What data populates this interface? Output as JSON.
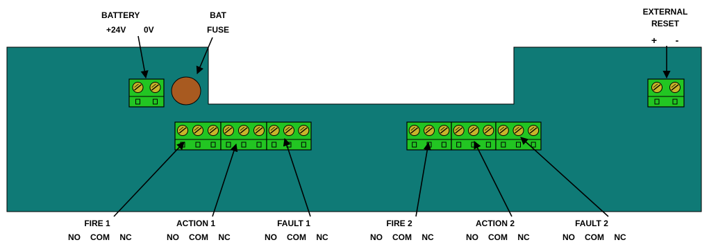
{
  "top_labels": {
    "battery_title": "BATTERY",
    "battery_pos": "+24V",
    "battery_neg": "0V",
    "fuse_line1": "BAT",
    "fuse_line2": "FUSE",
    "reset_line1": "EXTERNAL",
    "reset_line2": "RESET",
    "reset_plus": "+",
    "reset_minus": "-"
  },
  "relay_groups": [
    {
      "key": "fire1",
      "title": "FIRE 1",
      "contacts": [
        "NO",
        "COM",
        "NC"
      ]
    },
    {
      "key": "action1",
      "title": "ACTION 1",
      "contacts": [
        "NO",
        "COM",
        "NC"
      ]
    },
    {
      "key": "fault1",
      "title": "FAULT 1",
      "contacts": [
        "NO",
        "COM",
        "NC"
      ]
    },
    {
      "key": "fire2",
      "title": "FIRE 2",
      "contacts": [
        "NO",
        "COM",
        "NC"
      ]
    },
    {
      "key": "action2",
      "title": "ACTION 2",
      "contacts": [
        "NO",
        "COM",
        "NC"
      ]
    },
    {
      "key": "fault2",
      "title": "FAULT 2",
      "contacts": [
        "NO",
        "COM",
        "NC"
      ]
    }
  ],
  "colors": {
    "board": "#0f7a76",
    "terminal_green": "#22c522",
    "screw": "#c8b42a",
    "fuse": "#a85a20",
    "outline": "#000000"
  }
}
